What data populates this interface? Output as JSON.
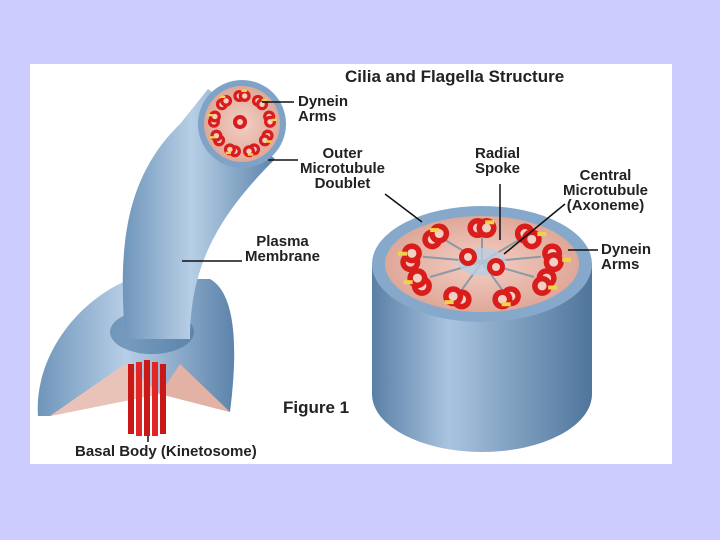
{
  "title": "Cilia and Flagella Structure",
  "figure_label": "Figure 1",
  "labels": {
    "dynein_arms_top": [
      "Dynein",
      "Arms"
    ],
    "outer_doublet": [
      "Outer",
      "Microtubule",
      "Doublet"
    ],
    "radial_spoke": [
      "Radial",
      "Spoke"
    ],
    "central_microtubule": [
      "Central",
      "Microtubule",
      "(Axoneme)"
    ],
    "dynein_arms_right": [
      "Dynein",
      "Arms"
    ],
    "plasma_membrane": [
      "Plasma",
      "Membrane"
    ],
    "basal_body": "Basal Body (Kinetosome)"
  },
  "colors": {
    "slide_background": "#ccccff",
    "membrane_blue": "#8fb3d4",
    "microtubule_red": "#d91c1c",
    "dynein_yellow": "#f2d24a",
    "cytoplasm_pink": "#e9b8aa"
  }
}
